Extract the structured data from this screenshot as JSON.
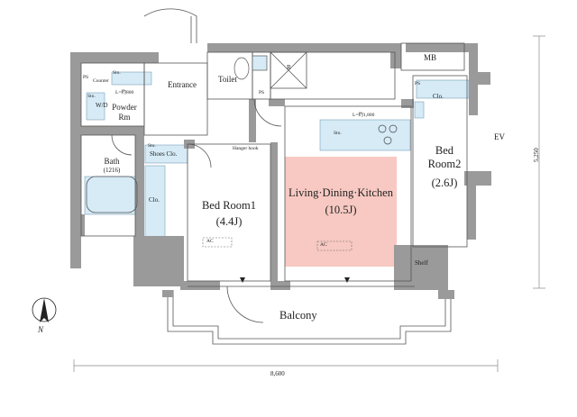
{
  "rooms": {
    "ldk": {
      "name": "Living·Dining·Kitchen",
      "size": "(10.5J)"
    },
    "bed1": {
      "name": "Bed Room1",
      "size": "(4.4J)"
    },
    "bed2": {
      "name_line1": "Bed",
      "name_line2": "Room2",
      "size": "(2.6J)"
    },
    "balcony": "Balcony",
    "entrance": "Entrance",
    "toilet": "Toilet",
    "powder_line1": "Powder",
    "powder_line2": "Rm",
    "bath": "Bath",
    "bath_size": "(1216)",
    "shoes": "Shoes Clo.",
    "hanger": "Hanger hook",
    "clo_bed1": "Clo.",
    "clo_bed2": "Clo.",
    "shelf": "Shelf",
    "mb": "MB",
    "ev": "EV",
    "ps": "PS",
    "wd": "W/D",
    "sto": "Sto.",
    "counter": "Counter",
    "counter_len": "L=约800",
    "kitchen_len": "L=约1,800",
    "r_mark": "R",
    "ac": "AC"
  },
  "dimensions": {
    "width": "8,600",
    "depth": "5,250"
  },
  "compass": "N",
  "colors": {
    "ldk_fill": "#f7c9c2",
    "wall": "#9a9a9a",
    "closet": "#d6ebf6",
    "outline": "#555555"
  }
}
